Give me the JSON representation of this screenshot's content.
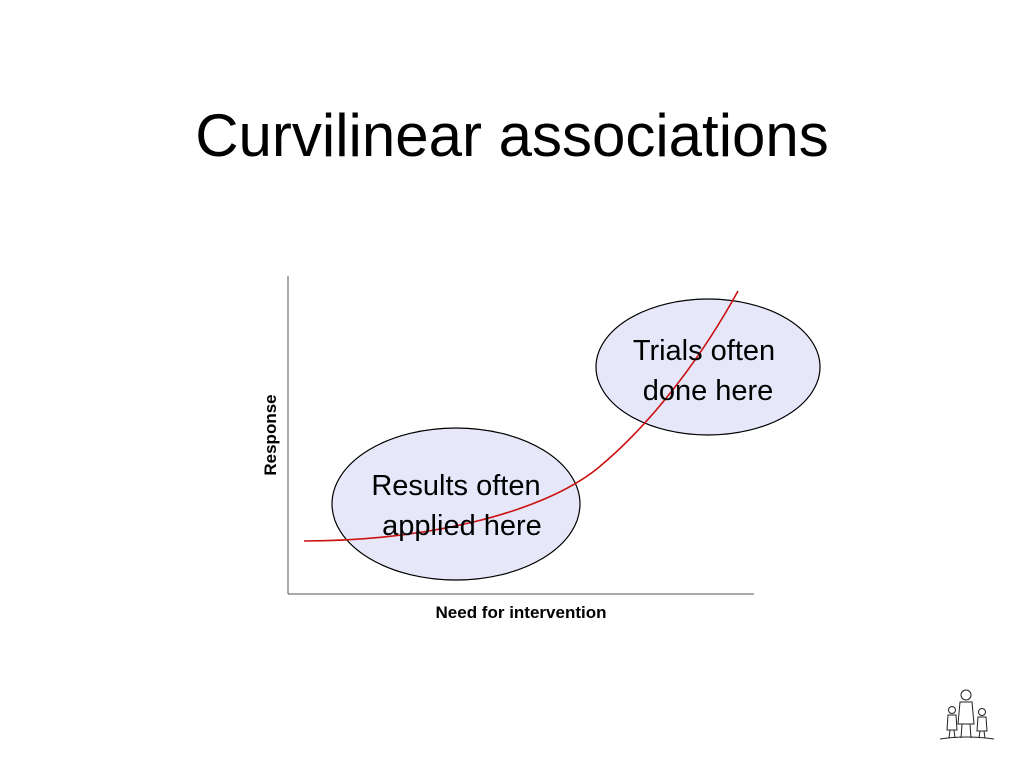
{
  "slide": {
    "title": "Curvilinear associations"
  },
  "diagram": {
    "x_axis_label": "Need for intervention",
    "y_axis_label": "Response",
    "curve_color": "#cc1111",
    "region_fill": "#e6e8fa",
    "regions": [
      {
        "lines": [
          "Results often",
          "applied here"
        ]
      },
      {
        "lines": [
          "Trials often",
          "done here"
        ]
      }
    ]
  },
  "logo": {
    "icon": "people-drawing-icon"
  }
}
